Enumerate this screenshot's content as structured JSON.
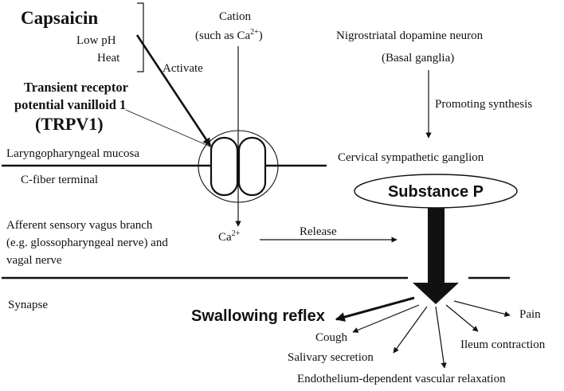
{
  "stimuli": {
    "title": "Capsaicin",
    "low_ph": "Low pH",
    "heat": "Heat",
    "activate": "Activate"
  },
  "receptor": {
    "line1": "Transient receptor",
    "line2": "potential vanilloid 1",
    "abbr": "(TRPV1)"
  },
  "membrane": {
    "mucosa": "Laryngopharyngeal mucosa",
    "terminal": "C-fiber terminal"
  },
  "cation": {
    "label": "Cation",
    "example_prefix": "(such as Ca",
    "example_charge": "2+",
    "example_suffix": ")",
    "ca_base": "Ca",
    "ca_charge": "2+"
  },
  "afferent": {
    "line1": "Afferent sensory vagus branch",
    "line2": "(e.g. glossopharyngeal nerve) and",
    "line3": "vagal nerve"
  },
  "release": "Release",
  "synapse": "Synapse",
  "dopamine": {
    "line1": "Nigrostriatal dopamine neuron",
    "line2": "(Basal ganglia)",
    "promoting": "Promoting synthesis"
  },
  "ganglion": "Cervical sympathetic ganglion",
  "substance_p": "Substance P",
  "effects": {
    "swallowing": "Swallowing reflex",
    "cough": "Cough",
    "salivary": "Salivary secretion",
    "endothelium": "Endothelium-dependent vascular relaxation",
    "ileum": "Ileum contraction",
    "pain": "Pain"
  }
}
